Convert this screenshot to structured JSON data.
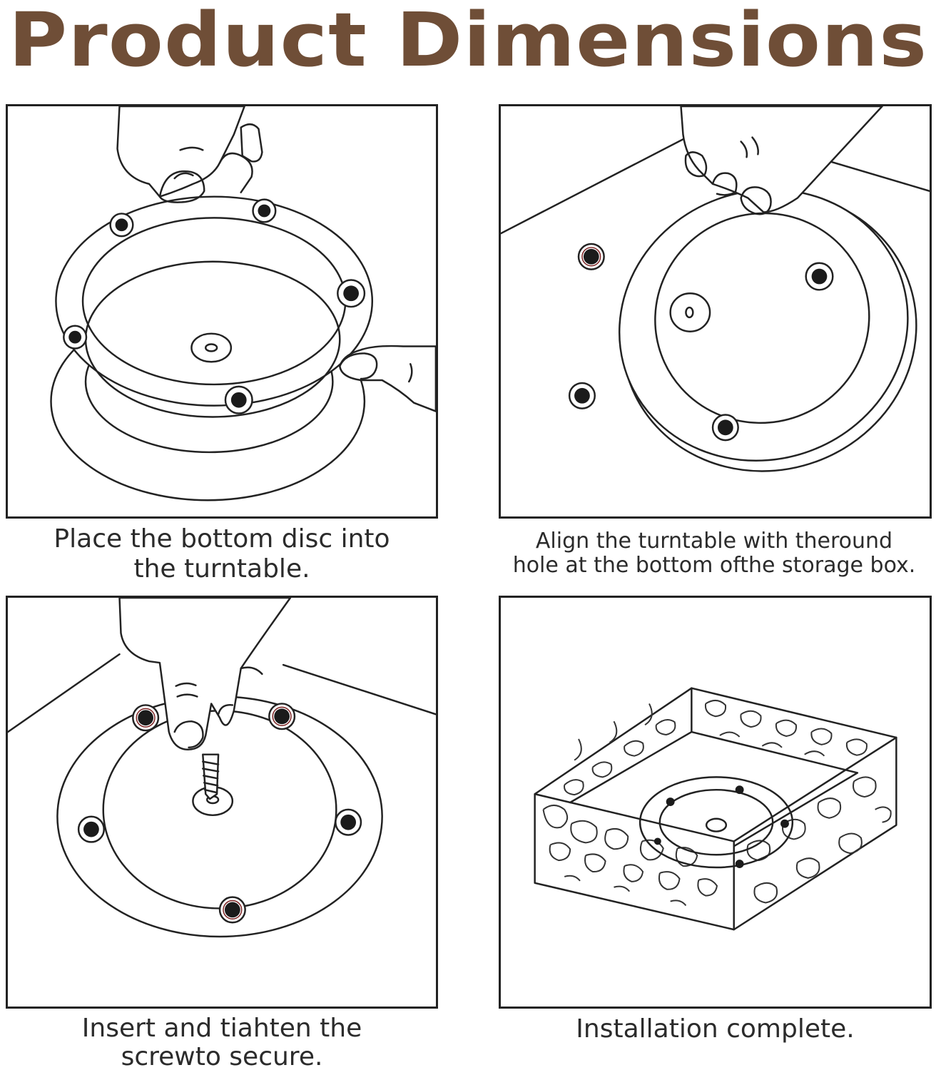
{
  "title": "Product Dimensions",
  "steps": [
    {
      "caption_lines": [
        "Place the bottom disc into",
        "the turntable."
      ]
    },
    {
      "caption_lines": [
        "Align the turntable with theround",
        "hole at the bottom ofthe storage box."
      ]
    },
    {
      "caption_lines": [
        "Insert and tiahten the",
        "screwto secure."
      ]
    },
    {
      "caption_lines": [
        "Installation complete."
      ]
    }
  ],
  "colors": {
    "title": "#6f4e37",
    "line": "#222222",
    "caption": "#2b2b2b"
  }
}
